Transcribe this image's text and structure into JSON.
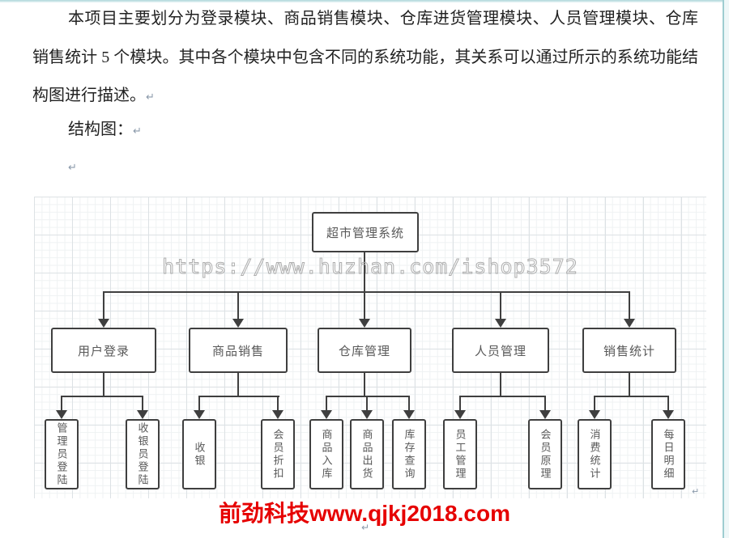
{
  "document": {
    "paragraph1": "本项目主要划分为登录模块、商品销售模块、仓库进货管理模块、人员管理模块、仓库销售统计 5 个模块。其中各个模块中包含不同的系统功能，其关系可以通过所示的系统功能结构图进行描述。",
    "structure_label": "结构图：",
    "pilcrow": "↵"
  },
  "watermark": {
    "text": "https://www.huzhan.com/ishop3572"
  },
  "diagram": {
    "root": {
      "label": "超市管理系统"
    },
    "level2": [
      {
        "label": "用户登录"
      },
      {
        "label": "商品销售"
      },
      {
        "label": "仓库管理"
      },
      {
        "label": "人员管理"
      },
      {
        "label": "销售统计"
      }
    ],
    "leaves": [
      {
        "label": "管理员登陆",
        "parent": "用户登录"
      },
      {
        "label": "收银员登陆",
        "parent": "用户登录"
      },
      {
        "label": "收银",
        "parent": "商品销售"
      },
      {
        "label": "会员折扣",
        "parent": "商品销售"
      },
      {
        "label": "商品入库",
        "parent": "仓库管理"
      },
      {
        "label": "商品出货",
        "parent": "仓库管理"
      },
      {
        "label": "库存查询",
        "parent": "仓库管理"
      },
      {
        "label": "员工管理",
        "parent": "人员管理"
      },
      {
        "label": "会员原理",
        "parent": "人员管理"
      },
      {
        "label": "消费统计",
        "parent": "销售统计"
      },
      {
        "label": "每日明细",
        "parent": "销售统计"
      }
    ]
  },
  "footer": {
    "text": "前劲科技www.qjkj2018.com",
    "color": "#e60000"
  },
  "colors": {
    "box_border": "#3f3f3f",
    "box_text": "#595959",
    "edge_accent": "#9ecdd1",
    "watermark_stroke": "#aeaeae",
    "footer_red": "#e60000"
  }
}
